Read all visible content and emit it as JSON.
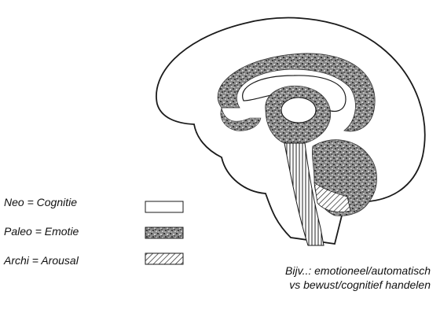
{
  "legend": [
    {
      "label": "Neo = Cognitie",
      "pattern": "plain"
    },
    {
      "label": "Paleo = Emotie",
      "pattern": "stipple"
    },
    {
      "label": "Archi = Arousal",
      "pattern": "hatched"
    }
  ],
  "caption": {
    "line1": "Bijv..: emotioneel/automatisch",
    "line2": "vs bewust/cognitief handelen"
  },
  "colors": {
    "ink": "#1a1a1a",
    "stipple": "#6a6a6a",
    "background": "#ffffff"
  }
}
